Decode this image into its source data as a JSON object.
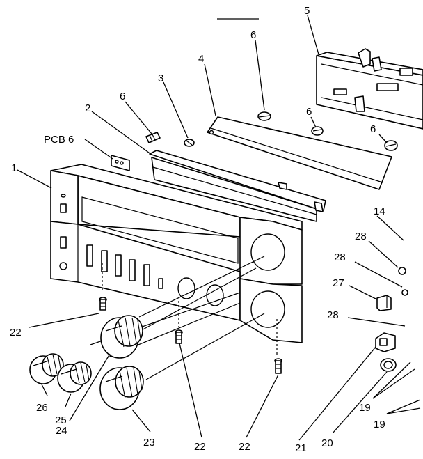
{
  "callouts": {
    "c1": "1",
    "c2": "2",
    "c3": "3",
    "c4": "4",
    "c5": "5",
    "c6a": "6",
    "c6b": "6",
    "c6c": "6",
    "c6d": "6",
    "pcb": "PCB 6",
    "c14": "14",
    "c28a": "28",
    "c28b": "28",
    "c28c": "28",
    "c27": "27",
    "c22a": "22",
    "c22b": "22",
    "c22c": "22",
    "c26": "26",
    "c25": "25",
    "c24": "24",
    "c23": "23",
    "c21": "21",
    "c20": "20",
    "c19a": "19",
    "c19b": "19"
  }
}
